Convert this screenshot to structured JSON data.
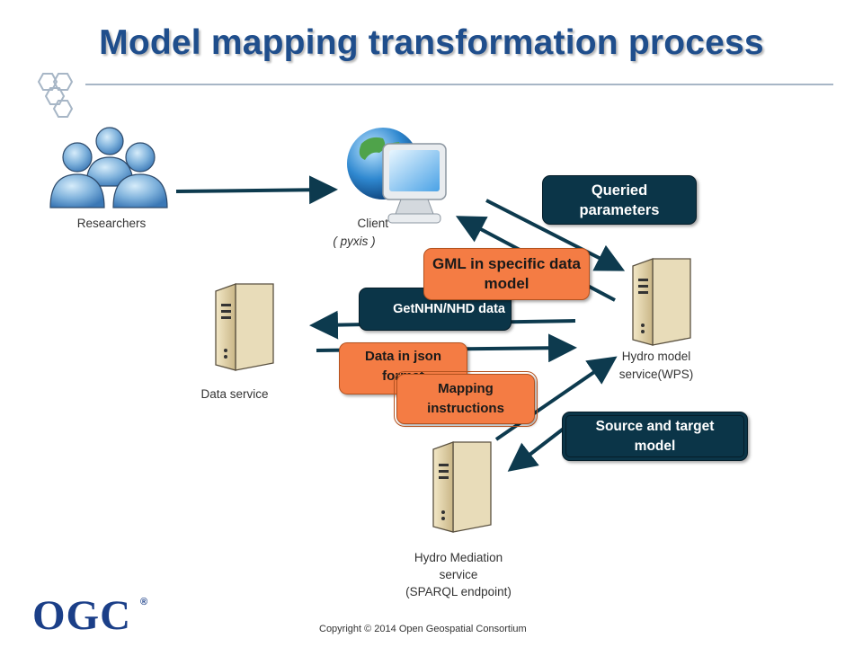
{
  "title": "Model mapping transformation process",
  "nodes": {
    "researchers": {
      "label": "Researchers",
      "icon": "people-group-icon"
    },
    "client": {
      "label_line1": "Client",
      "label_line2": "( pyxis )",
      "icon": "globe-monitor-icon"
    },
    "data_service": {
      "label": "Data service",
      "icon": "server-icon"
    },
    "hydro_model": {
      "label_line1": "Hydro model",
      "label_line2": "service(WPS)",
      "icon": "server-icon"
    },
    "hydro_mediation": {
      "label_line1": "Hydro Mediation",
      "label_line2": "service",
      "label_line3": "(SPARQL endpoint)",
      "icon": "server-icon"
    }
  },
  "messages": {
    "queried_parameters": "Queried parameters",
    "gml_specific": "GML in specific data model",
    "get_nhn_nhd": "GetNHN/NHD data",
    "data_json": "Data in json format",
    "mapping_instructions": "Mapping instructions",
    "source_target": "Source and target model"
  },
  "footer": {
    "logo": "OGC",
    "registered": "®",
    "copyright": "Copyright © 2014 Open Geospatial Consortium"
  },
  "colors": {
    "title": "#1f4e8c",
    "dark_box": "#0b3548",
    "orange_box": "#f47c44",
    "arrow": "#0d3a4e"
  }
}
